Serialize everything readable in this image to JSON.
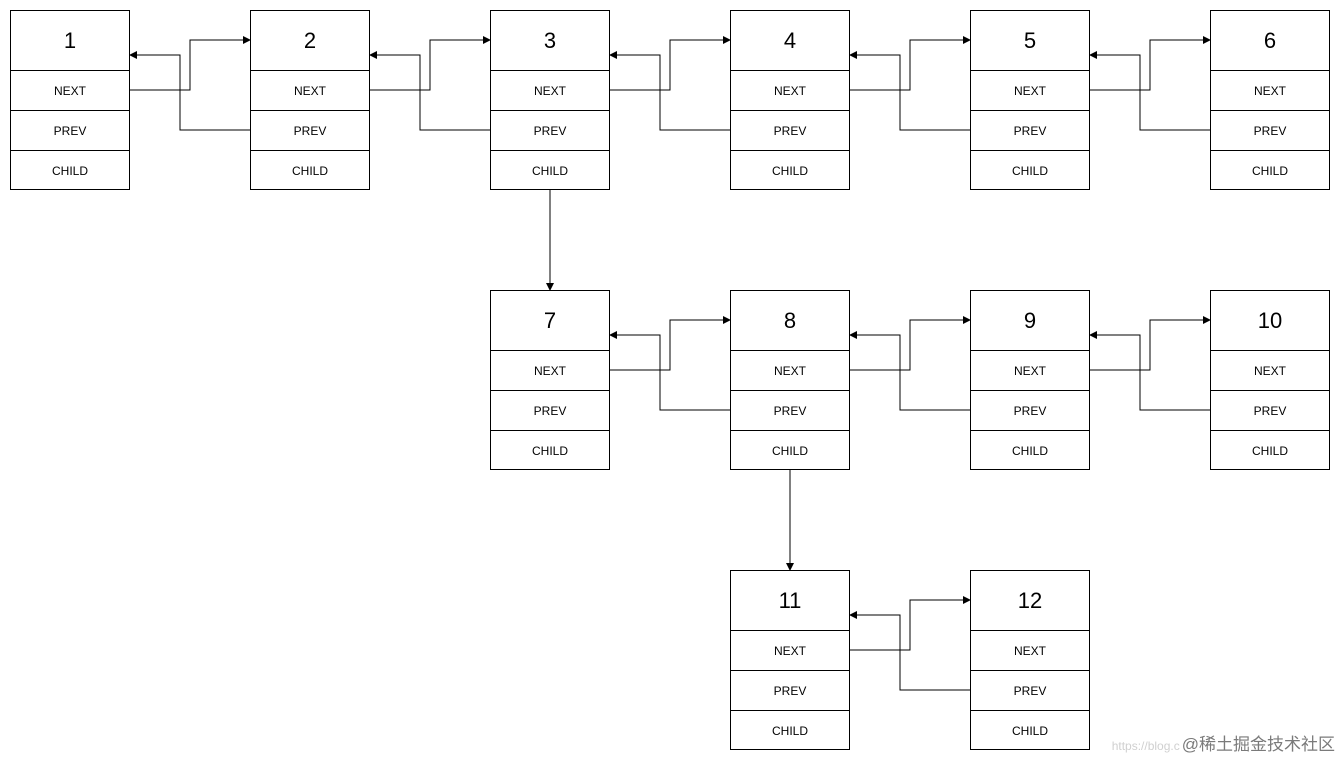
{
  "diagram": {
    "nodes": [
      {
        "id": "1",
        "value": "1",
        "fields": [
          "NEXT",
          "PREV",
          "CHILD"
        ]
      },
      {
        "id": "2",
        "value": "2",
        "fields": [
          "NEXT",
          "PREV",
          "CHILD"
        ]
      },
      {
        "id": "3",
        "value": "3",
        "fields": [
          "NEXT",
          "PREV",
          "CHILD"
        ]
      },
      {
        "id": "4",
        "value": "4",
        "fields": [
          "NEXT",
          "PREV",
          "CHILD"
        ]
      },
      {
        "id": "5",
        "value": "5",
        "fields": [
          "NEXT",
          "PREV",
          "CHILD"
        ]
      },
      {
        "id": "6",
        "value": "6",
        "fields": [
          "NEXT",
          "PREV",
          "CHILD"
        ]
      },
      {
        "id": "7",
        "value": "7",
        "fields": [
          "NEXT",
          "PREV",
          "CHILD"
        ]
      },
      {
        "id": "8",
        "value": "8",
        "fields": [
          "NEXT",
          "PREV",
          "CHILD"
        ]
      },
      {
        "id": "9",
        "value": "9",
        "fields": [
          "NEXT",
          "PREV",
          "CHILD"
        ]
      },
      {
        "id": "10",
        "value": "10",
        "fields": [
          "NEXT",
          "PREV",
          "CHILD"
        ]
      },
      {
        "id": "11",
        "value": "11",
        "fields": [
          "NEXT",
          "PREV",
          "CHILD"
        ]
      },
      {
        "id": "12",
        "value": "12",
        "fields": [
          "NEXT",
          "PREV",
          "CHILD"
        ]
      }
    ],
    "edges": [
      {
        "from": "1",
        "to": "2",
        "kind": "next"
      },
      {
        "from": "2",
        "to": "1",
        "kind": "prev"
      },
      {
        "from": "2",
        "to": "3",
        "kind": "next"
      },
      {
        "from": "3",
        "to": "2",
        "kind": "prev"
      },
      {
        "from": "3",
        "to": "4",
        "kind": "next"
      },
      {
        "from": "4",
        "to": "3",
        "kind": "prev"
      },
      {
        "from": "4",
        "to": "5",
        "kind": "next"
      },
      {
        "from": "5",
        "to": "4",
        "kind": "prev"
      },
      {
        "from": "5",
        "to": "6",
        "kind": "next"
      },
      {
        "from": "6",
        "to": "5",
        "kind": "prev"
      },
      {
        "from": "3",
        "to": "7",
        "kind": "child"
      },
      {
        "from": "7",
        "to": "8",
        "kind": "next"
      },
      {
        "from": "8",
        "to": "7",
        "kind": "prev"
      },
      {
        "from": "8",
        "to": "9",
        "kind": "next"
      },
      {
        "from": "9",
        "to": "8",
        "kind": "prev"
      },
      {
        "from": "9",
        "to": "10",
        "kind": "next"
      },
      {
        "from": "10",
        "to": "9",
        "kind": "prev"
      },
      {
        "from": "8",
        "to": "11",
        "kind": "child"
      },
      {
        "from": "11",
        "to": "12",
        "kind": "next"
      },
      {
        "from": "12",
        "to": "11",
        "kind": "prev"
      }
    ]
  },
  "watermark": {
    "url_text": "https://blog.c",
    "text": "@稀土掘金技术社区"
  },
  "colors": {
    "line": "#000000",
    "box_border": "#000000",
    "watermark": "#7a7a7a"
  }
}
